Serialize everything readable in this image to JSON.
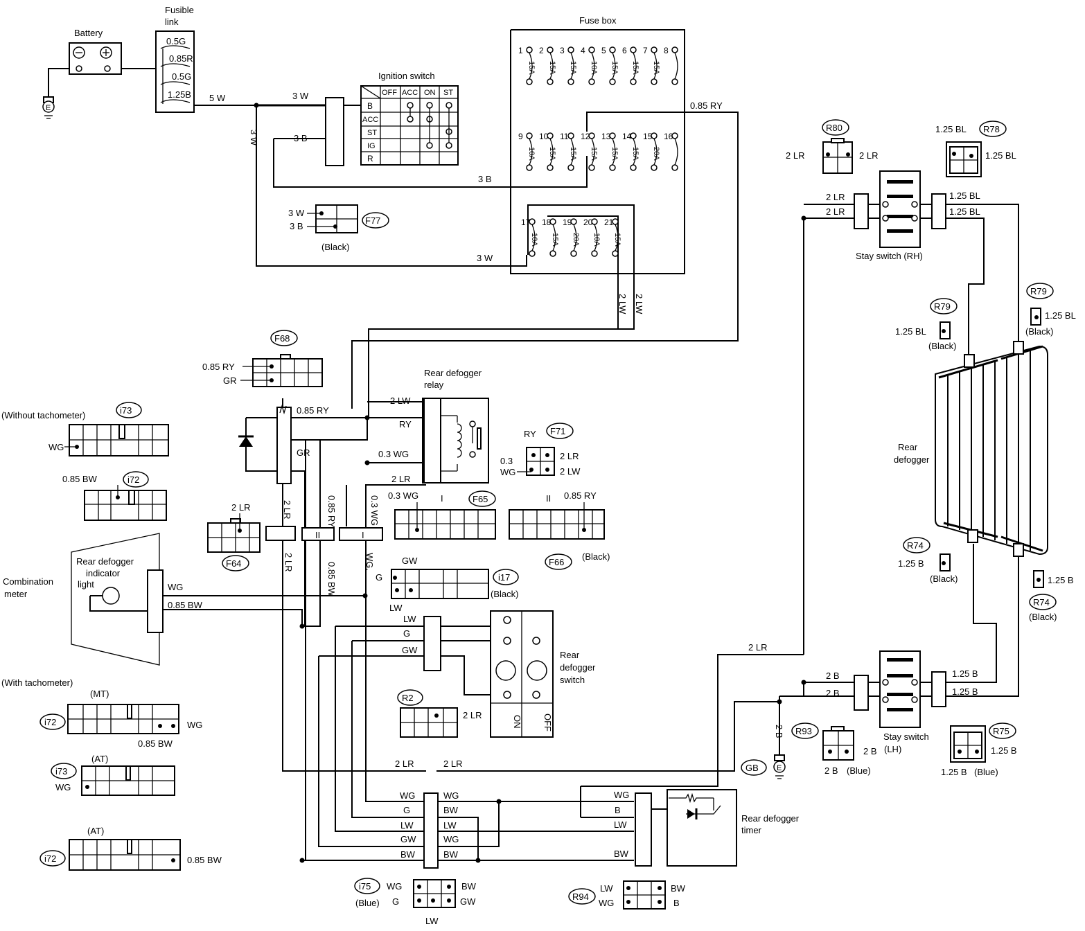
{
  "components": {
    "battery": "Battery",
    "fusible_link": [
      "Fusible",
      "link"
    ],
    "fusible_values": [
      "0.5G",
      "0.85R",
      "0.5G",
      "1.25B"
    ],
    "ignition_switch": "Ignition switch",
    "ign_cols": [
      "OFF",
      "ACC",
      "ON",
      "ST"
    ],
    "ign_rows": [
      "B",
      "ACC",
      "ST",
      "IG",
      "R"
    ],
    "fuse_box": "Fuse box",
    "fuses": [
      {
        "n": "1",
        "a": "15A"
      },
      {
        "n": "2",
        "a": "15A"
      },
      {
        "n": "3",
        "a": "15A"
      },
      {
        "n": "4",
        "a": "10A"
      },
      {
        "n": "5",
        "a": "15A"
      },
      {
        "n": "6",
        "a": "15A"
      },
      {
        "n": "7",
        "a": "15A"
      },
      {
        "n": "8",
        "a": ""
      },
      {
        "n": "9",
        "a": "10A"
      },
      {
        "n": "10",
        "a": "15A"
      },
      {
        "n": "11",
        "a": "15A"
      },
      {
        "n": "12",
        "a": "15A"
      },
      {
        "n": "13",
        "a": "15A"
      },
      {
        "n": "14",
        "a": "15A"
      },
      {
        "n": "15",
        "a": "20A"
      },
      {
        "n": "16",
        "a": ""
      },
      {
        "n": "17",
        "a": "10A"
      },
      {
        "n": "18",
        "a": "15A"
      },
      {
        "n": "19",
        "a": "20A"
      },
      {
        "n": "20",
        "a": "10A"
      },
      {
        "n": "21",
        "a": "15A"
      }
    ],
    "relay": [
      "Rear defogger",
      "relay"
    ],
    "switch": [
      "Rear",
      "defogger",
      "switch"
    ],
    "switch_pos": [
      "ON",
      "OFF"
    ],
    "timer": [
      "Rear defogger",
      "timer"
    ],
    "meter": [
      "Combination",
      "meter"
    ],
    "indicator": [
      "Rear defogger",
      "indicator",
      "light"
    ],
    "stay_rh": "Stay switch (RH)",
    "stay_lh": [
      "Stay switch",
      "(LH)"
    ],
    "defogger": [
      "Rear",
      "defogger"
    ],
    "without_tach": "(Without tachometer)",
    "with_tach": "(With tachometer)",
    "mt": "(MT)",
    "at": "(AT)",
    "earth": "E"
  },
  "wires": {
    "w5": "5 W",
    "w3": "3 W",
    "b3": "3 B",
    "ry085": "0.85 RY",
    "lw2": "2 LW",
    "ry": "RY",
    "gr": "GR",
    "wg03": "0.3 WG",
    "lr2": "2 LR",
    "wg": "WG",
    "bw085": "0.85 BW",
    "lw": "LW",
    "g": "G",
    "gw": "GW",
    "bw": "BW",
    "b": "B",
    "bl125": "1.25 BL",
    "b125": "1.25 B",
    "b2": "2 B",
    "ry_v": "0.85 RY",
    "bw_v": "0.85 BW",
    "wg_v": "0.3 WG",
    "wgd": "WG.",
    "roman1": "I",
    "roman2": "II"
  },
  "connectors": {
    "f77": "F77",
    "f68": "F68",
    "f71": "F71",
    "f64": "F64",
    "f65": "F65",
    "f66": "F66",
    "i73": "i73",
    "i72": "i72",
    "i17": "i17",
    "i75": "i75",
    "r2": "R2",
    "r80": "R80",
    "r78": "R78",
    "r79": "R79",
    "r74": "R74",
    "r93": "R93",
    "r75": "R75",
    "r94": "R94",
    "gb": "GB",
    "black": "(Black)",
    "blue": "(Blue)",
    "f71_03": "0.3"
  }
}
